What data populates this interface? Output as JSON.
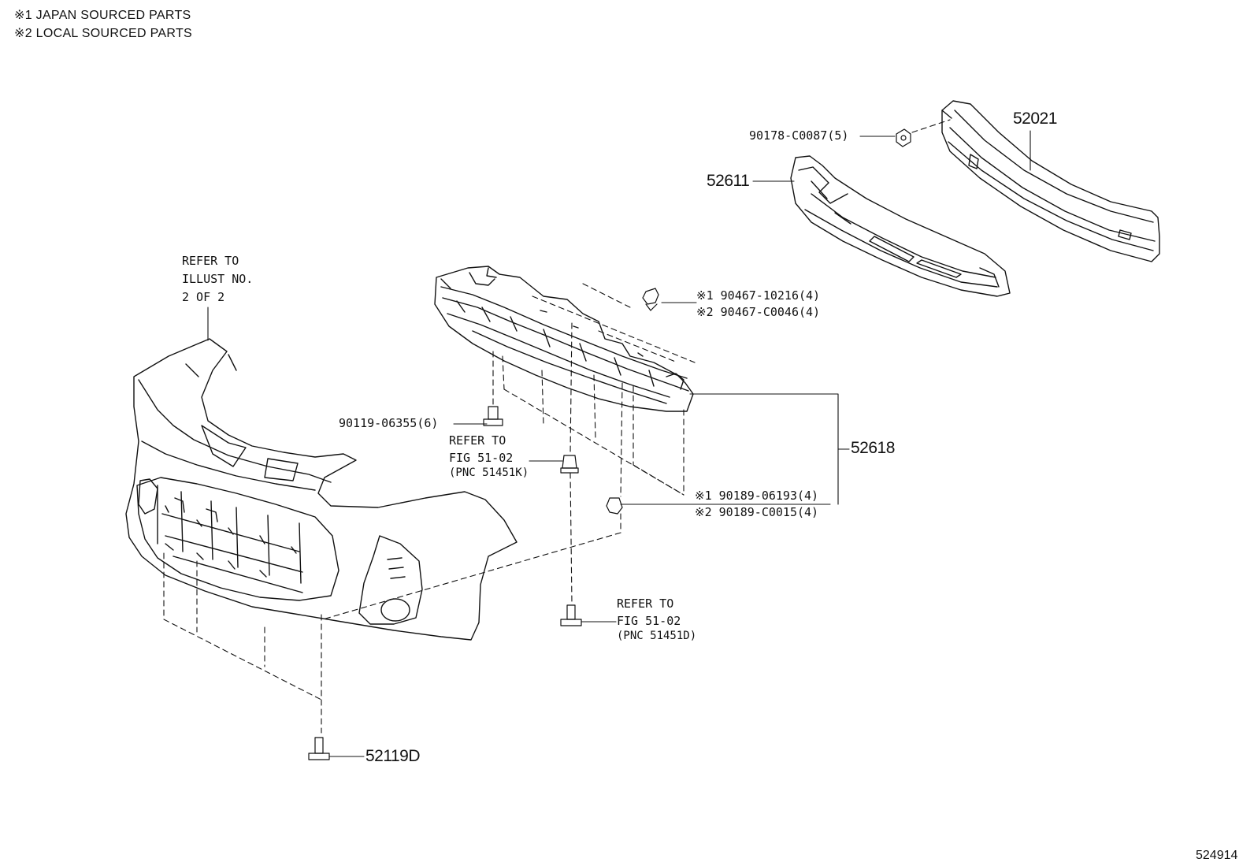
{
  "legend": {
    "line1": "※1 JAPAN SOURCED PARTS",
    "line2": "※2 LOCAL SOURCED PARTS"
  },
  "refer_illust": {
    "line1": "REFER TO",
    "line2": "ILLUST NO.",
    "line3": "2 OF 2"
  },
  "refer_fig_k": {
    "line1": "REFER TO",
    "line2": "FIG 51-02",
    "line3": "(PNC 51451K)"
  },
  "refer_fig_d": {
    "line1": "REFER TO",
    "line2": "FIG 51-02",
    "line3": "(PNC 51451D)"
  },
  "parts": {
    "p52021": "52021",
    "p52611": "52611",
    "p52618": "52618",
    "p52119d": "52119D",
    "p90178": "90178-C0087(5)",
    "p90467a": "※1 90467-10216(4)",
    "p90467b": "※2 90467-C0046(4)",
    "p90119": "90119-06355(6)",
    "p90189a": "※1 90189-06193(4)",
    "p90189b": "※2 90189-C0015(4)"
  },
  "figure_number": "524914"
}
